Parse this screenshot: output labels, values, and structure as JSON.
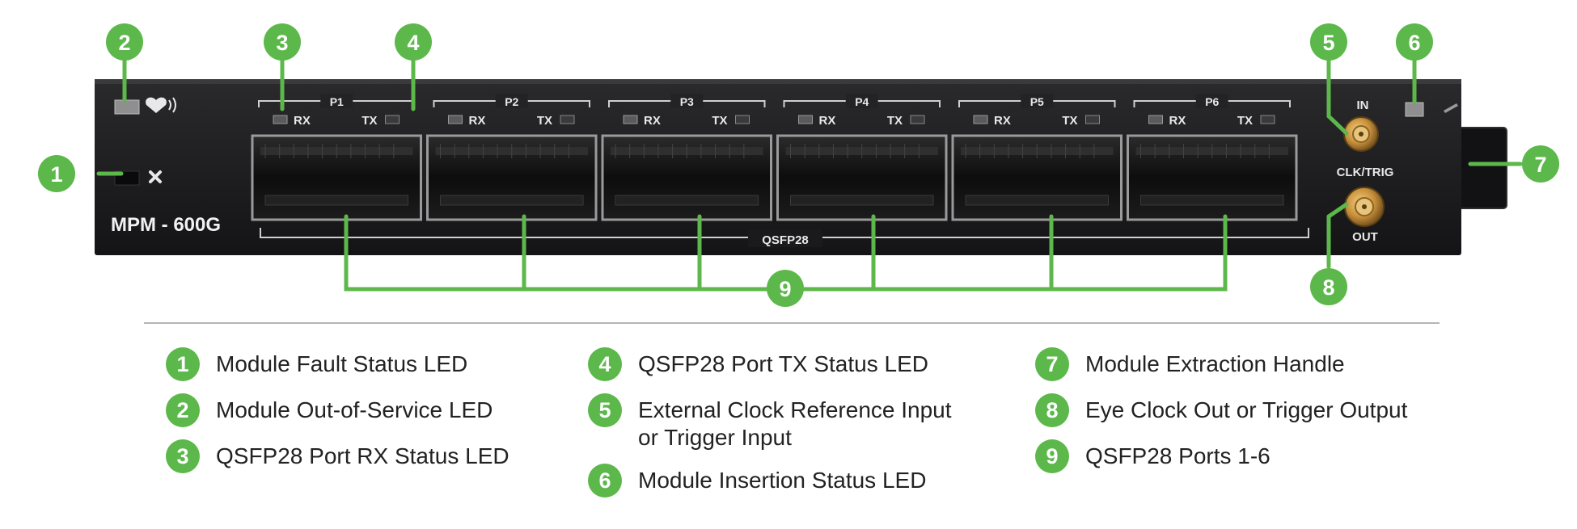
{
  "module": {
    "model_label": "MPM - 600G",
    "qsfp_label": "QSFP28",
    "ports": [
      {
        "name": "P1",
        "rx": "RX",
        "tx": "TX"
      },
      {
        "name": "P2",
        "rx": "RX",
        "tx": "TX"
      },
      {
        "name": "P3",
        "rx": "RX",
        "tx": "TX"
      },
      {
        "name": "P4",
        "rx": "RX",
        "tx": "TX"
      },
      {
        "name": "P5",
        "rx": "RX",
        "tx": "TX"
      },
      {
        "name": "P6",
        "rx": "RX",
        "tx": "TX"
      }
    ],
    "in_label": "IN",
    "clk_trig_label": "CLK/TRIG",
    "out_label": "OUT",
    "fault_icon": "x-icon",
    "heartbeat_icon": "heart-signal-icon"
  },
  "callouts": [
    "1",
    "2",
    "3",
    "4",
    "5",
    "6",
    "7",
    "8",
    "9"
  ],
  "legend": {
    "items": [
      {
        "num": "1",
        "lines": [
          "Module Fault Status LED"
        ]
      },
      {
        "num": "2",
        "lines": [
          "Module Out-of-Service LED"
        ]
      },
      {
        "num": "3",
        "lines": [
          "QSFP28 Port RX Status LED"
        ]
      },
      {
        "num": "4",
        "lines": [
          "QSFP28 Port TX Status LED"
        ]
      },
      {
        "num": "5",
        "lines": [
          "External Clock Reference Input",
          "or Trigger Input"
        ]
      },
      {
        "num": "6",
        "lines": [
          "Module Insertion Status LED"
        ]
      },
      {
        "num": "7",
        "lines": [
          "Module Extraction Handle"
        ]
      },
      {
        "num": "8",
        "lines": [
          "Eye Clock Out or Trigger Output"
        ]
      },
      {
        "num": "9",
        "lines": [
          "QSFP28 Ports 1-6"
        ]
      }
    ]
  },
  "colors": {
    "callout_green": "#5cb84a",
    "panel": "#1c1c1e",
    "separator": "#b5b5b5"
  }
}
